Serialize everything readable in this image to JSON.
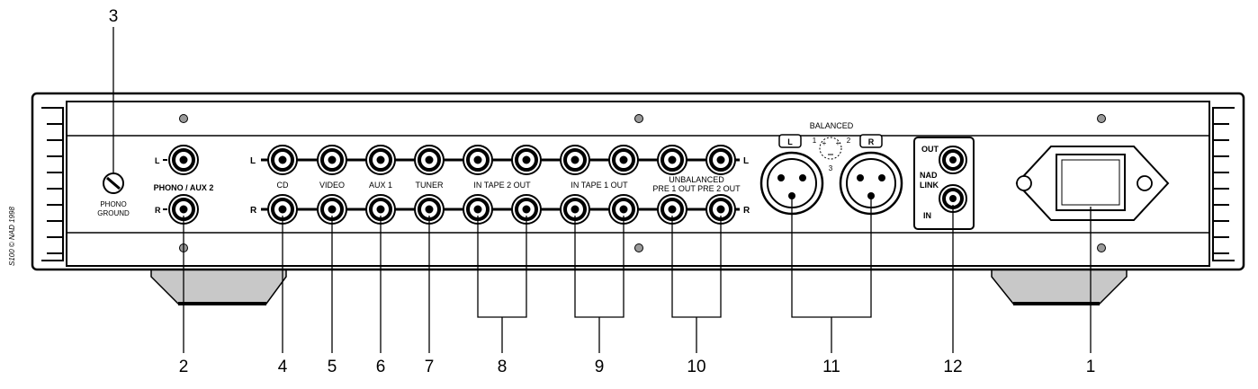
{
  "callouts": {
    "c1": "1",
    "c2": "2",
    "c3": "3",
    "c4": "4",
    "c5": "5",
    "c6": "6",
    "c7": "7",
    "c8": "8",
    "c9": "9",
    "c10": "10",
    "c11": "11",
    "c12": "12"
  },
  "labels": {
    "phono_ground_1": "PHONO",
    "phono_ground_2": "GROUND",
    "phono_aux2": "PHONO / AUX 2",
    "cd": "CD",
    "video": "VIDEO",
    "aux1": "AUX 1",
    "tuner": "TUNER",
    "tape2": "IN  TAPE 2 OUT",
    "tape1": "IN  TAPE 1 OUT",
    "unbalanced": "UNBALANCED",
    "pre_outs": "PRE 1 OUT  PRE 2 OUT",
    "balanced": "BALANCED",
    "xlr_left": "L",
    "xlr_right": "R",
    "pin1": "1",
    "pin2": "2",
    "pin3": "3",
    "nad_out": "OUT",
    "nad_link_1": "NAD",
    "nad_link_2": "LINK",
    "nad_in": "IN",
    "row_l": "L",
    "row_r": "R",
    "copyright": "S100 © NAD 1998"
  },
  "colors": {
    "line": "#000000",
    "panel": "#ffffff",
    "foot": "#c8c8c8",
    "screw": "#9a9a9a"
  }
}
